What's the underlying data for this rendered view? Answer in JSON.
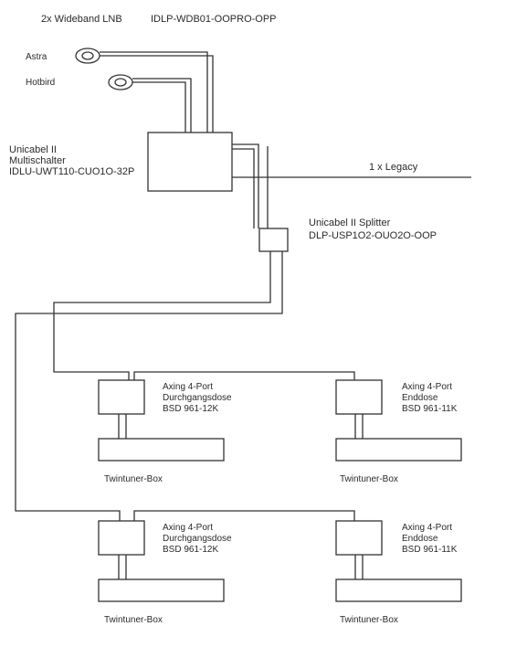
{
  "header": {
    "lnb_label": "2x Wideband LNB",
    "lnb_model": "IDLP-WDB01-OOPRO-OPP"
  },
  "satellites": [
    {
      "name": "Astra"
    },
    {
      "name": "Hotbird"
    }
  ],
  "multiswitch": {
    "line1": "Unicabel II",
    "line2": "Multischalter",
    "line3": "IDLU-UWT110-CUO1O-32P"
  },
  "legacy": {
    "label": "1 x Legacy"
  },
  "splitter": {
    "line1": "Unicabel II Splitter",
    "line2": "DLP-USP1O2-OUO2O-OOP"
  },
  "sockets": [
    {
      "line1": "Axing 4-Port",
      "line2": "Durchgangsdose",
      "line3": "BSD 961-12K"
    },
    {
      "line1": "Axing 4-Port",
      "line2": "Enddose",
      "line3": "BSD 961-11K"
    },
    {
      "line1": "Axing 4-Port",
      "line2": "Durchgangsdose",
      "line3": "BSD 961-12K"
    },
    {
      "line1": "Axing 4-Port",
      "line2": "Enddose",
      "line3": "BSD 961-11K"
    }
  ],
  "receivers": [
    {
      "label": "Twintuner-Box"
    },
    {
      "label": "Twintuner-Box"
    },
    {
      "label": "Twintuner-Box"
    },
    {
      "label": "Twintuner-Box"
    }
  ],
  "colors": {
    "line": "#333333",
    "background": "#ffffff"
  }
}
